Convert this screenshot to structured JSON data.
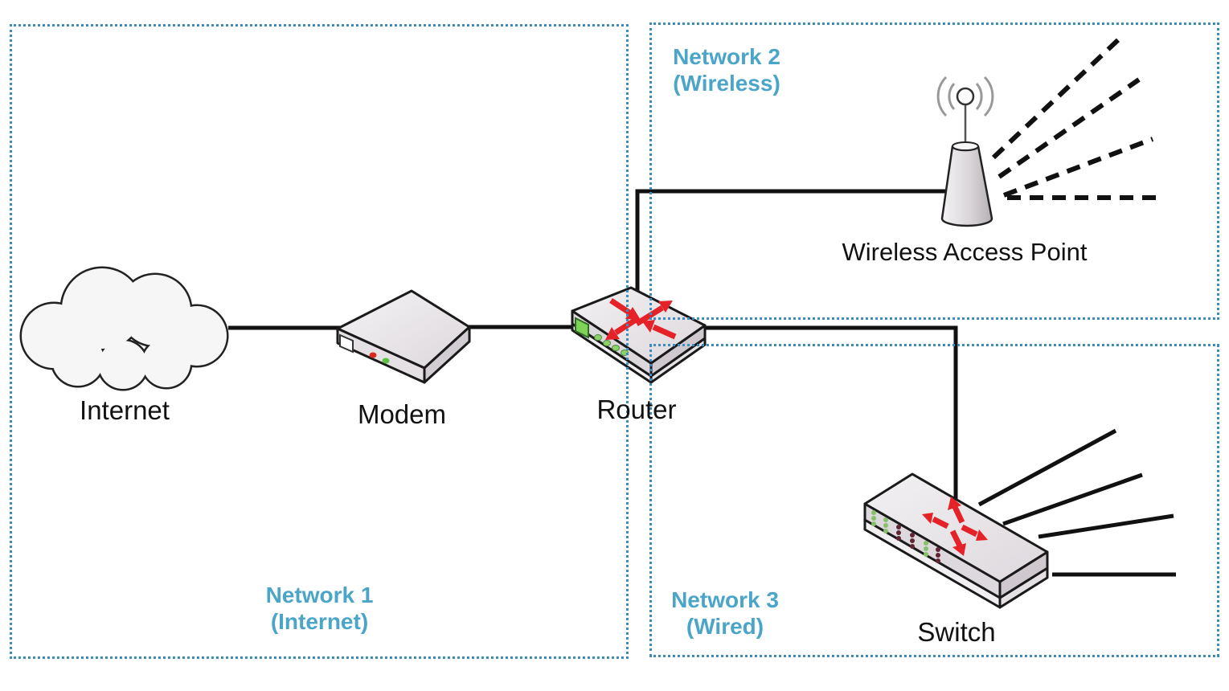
{
  "regions": {
    "network1": {
      "name": "Network 1",
      "type": "(Internet)"
    },
    "network2": {
      "name": "Network 2",
      "type": "(Wireless)"
    },
    "network3": {
      "name": "Network 3",
      "type": "(Wired)"
    }
  },
  "devices": {
    "internet": {
      "label": "Internet"
    },
    "modem": {
      "label": "Modem"
    },
    "router": {
      "label": "Router"
    },
    "wap": {
      "label": "Wireless Access Point"
    },
    "switch": {
      "label": "Switch"
    }
  },
  "colors": {
    "region_border": "#3e8bbe",
    "region_label": "#4aa5c8",
    "device_label": "#111111",
    "cable": "#111111",
    "arrow_red": "#e42227",
    "led_green": "#7ec95c",
    "led_red": "#d9291d",
    "led_dark": "#5f2531",
    "device_body": "#e8e4e8"
  }
}
